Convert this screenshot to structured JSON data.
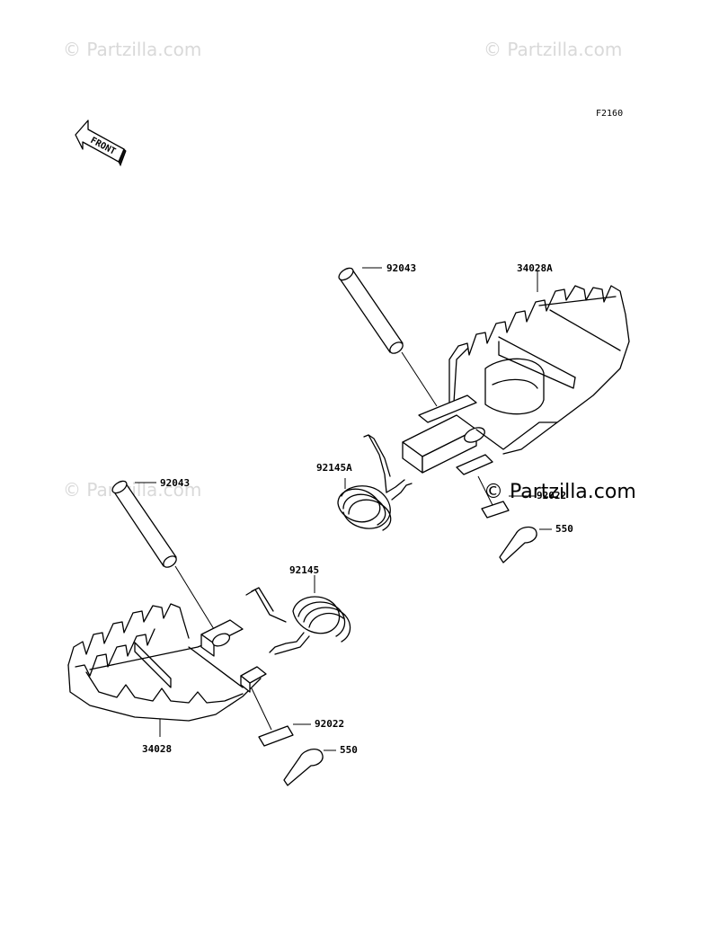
{
  "watermarks": {
    "top_left": "© Partzilla.com",
    "top_right": "© Partzilla.com",
    "mid_left": "© Partzilla.com",
    "center": "© Partzilla.com"
  },
  "figure_code": "F2160",
  "front_marker": "FRONT",
  "parts": {
    "pin_upper": "92043",
    "footpeg_right": "34028A",
    "spring_upper": "92145A",
    "washer_upper": "92022",
    "cotter_upper": "550",
    "pin_lower": "92043",
    "spring_lower": "92145",
    "footpeg_left": "34028",
    "washer_lower": "92022",
    "cotter_lower": "550"
  }
}
